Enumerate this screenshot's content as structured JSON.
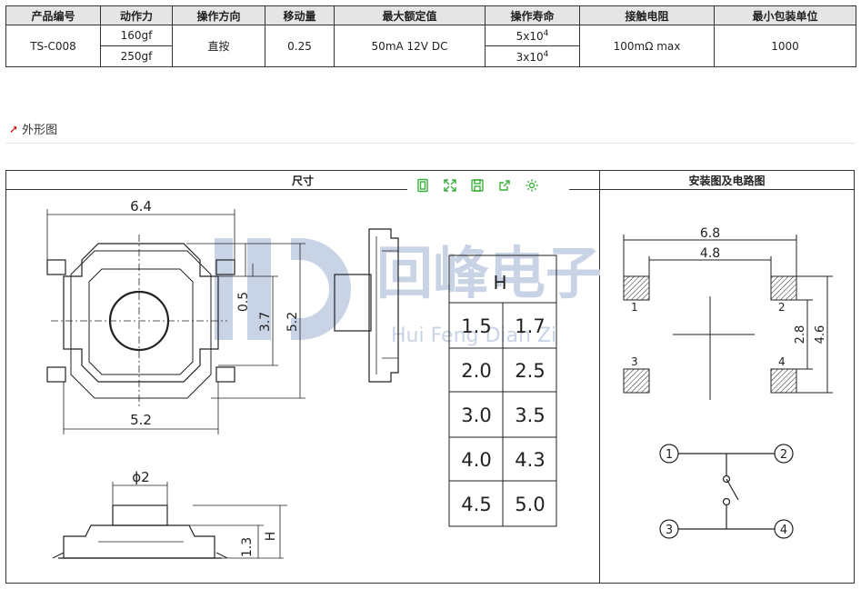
{
  "spec_table": {
    "headers": [
      "产品编号",
      "动作力",
      "操作方向",
      "移动量",
      "最大额定值",
      "操作寿命",
      "接触电阻",
      "最小包装单位"
    ],
    "product_code": "TS-C008",
    "force_1": "160gf",
    "force_2": "250gf",
    "direction": "直按",
    "travel": "0.25",
    "max_rating": "50mA 12V DC",
    "life_1_base": "5x10",
    "life_1_exp": "4",
    "life_2_base": "3x10",
    "life_2_exp": "4",
    "contact_resistance": "100mΩ max",
    "min_package": "1000"
  },
  "section": {
    "title": "外形图"
  },
  "drawing_panel": {
    "title": "尺寸",
    "toolbar_icons": [
      "page-icon",
      "expand-icon",
      "save-icon",
      "share-icon",
      "gear-icon"
    ],
    "dim_width": "6.4",
    "dim_body": "5.2",
    "dim_offset": "0.5",
    "dim_inner": "3.7",
    "dim_height": "5.2",
    "dim_phi": "ϕ2",
    "dim_base": "1.3",
    "dim_h": "H",
    "watermark_cn": "回峰电子",
    "watermark_en": "Hui Feng Dian Zi",
    "h_table": {
      "header": "H",
      "rows": [
        [
          "1.5",
          "1.7"
        ],
        [
          "2.0",
          "2.5"
        ],
        [
          "3.0",
          "3.5"
        ],
        [
          "4.0",
          "4.3"
        ],
        [
          "4.5",
          "5.0"
        ]
      ]
    }
  },
  "layout_panel": {
    "title": "安装图及电路图",
    "dim_outer": "6.8",
    "dim_inner": "4.8",
    "dim_v1": "2.8",
    "dim_v2": "4.6",
    "pad_labels": [
      "1",
      "2",
      "3",
      "4"
    ],
    "circuit_labels": [
      "1",
      "2",
      "3",
      "4"
    ]
  },
  "colors": {
    "accent_green": "#3cae3c",
    "arrow_red": "#cc0000",
    "watermark": "#c9d3e6"
  }
}
